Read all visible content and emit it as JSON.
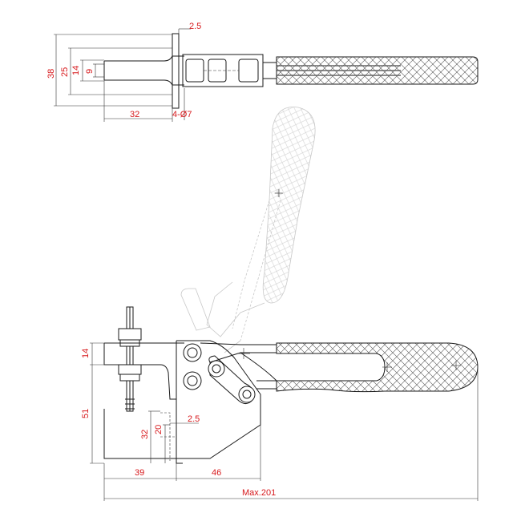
{
  "top_view": {
    "dim_plate_thickness": "2.5",
    "dim_height_outer": "38",
    "dim_height_mid": "25",
    "dim_height_inner": "14",
    "dim_slot": "9",
    "dim_length": "32",
    "dim_holes": "4-Ø7"
  },
  "side_view": {
    "dim_top": "14",
    "dim_height": "51",
    "dim_slot_height": "32",
    "dim_slot_width": "20",
    "dim_plate_thickness": "2.5",
    "dim_base_length": "39",
    "dim_body_length": "46",
    "dim_max_length": "Max.201"
  },
  "colors": {
    "dimension_text": "#d7191c",
    "outline": "#1a1a1a",
    "open_position_ghost": "#c8c8c8"
  }
}
